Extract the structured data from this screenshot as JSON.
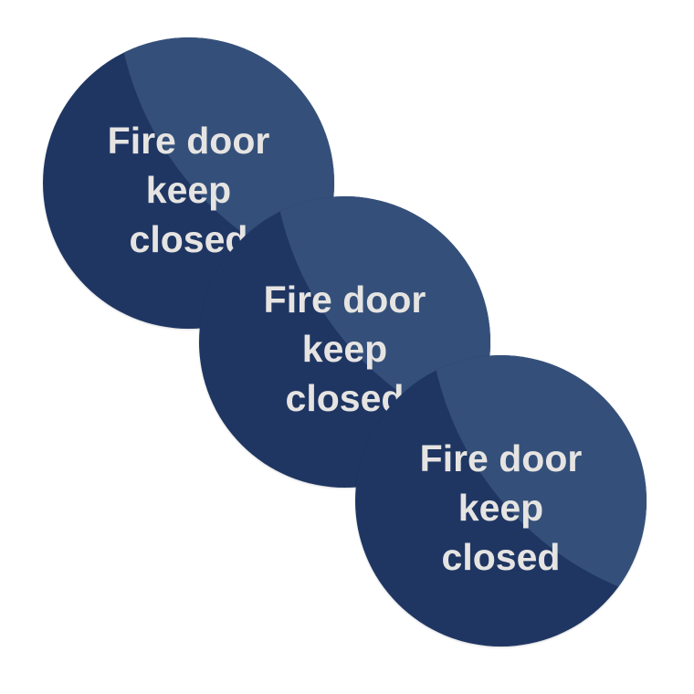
{
  "colors": {
    "sign_blue": "#1f3663",
    "gloss_blue": "#34507a",
    "text": "#e6e4e2"
  },
  "signs": [
    {
      "lines": [
        "Fire door",
        "keep",
        "closed"
      ]
    },
    {
      "lines": [
        "Fire door",
        "keep",
        "closed"
      ]
    },
    {
      "lines": [
        "Fire door",
        "keep",
        "closed"
      ]
    }
  ]
}
